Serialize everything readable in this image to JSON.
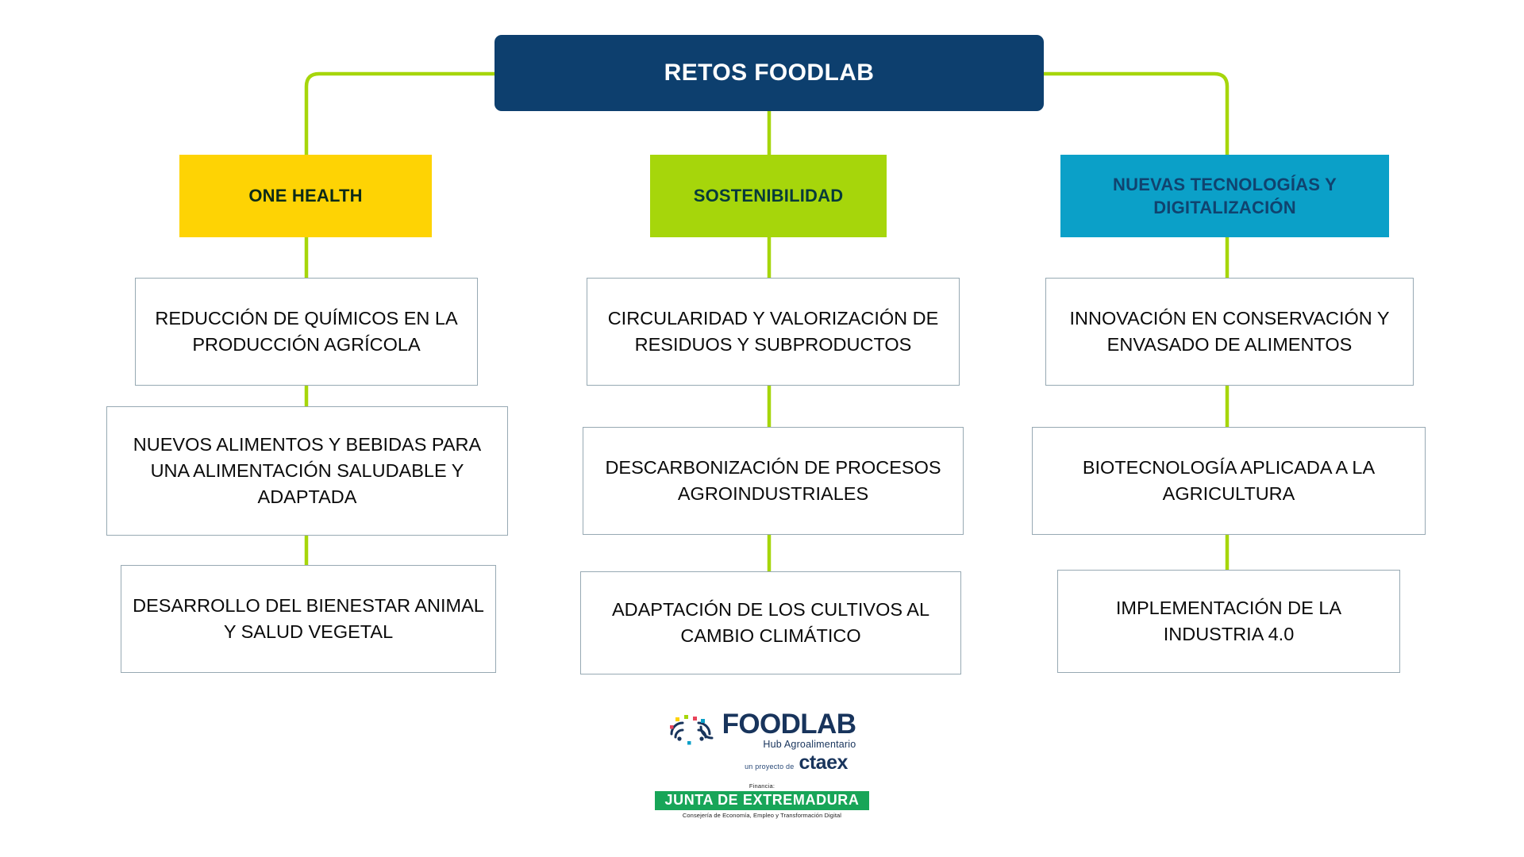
{
  "diagram": {
    "title": "RETOS FOODLAB",
    "accent_line_color": "#a6d60b",
    "root": {
      "label": "RETOS FOODLAB",
      "bg_color": "#0d3f6e",
      "text_color": "#FFFFFF"
    },
    "columns": [
      {
        "category": {
          "label": "ONE HEALTH",
          "bg_color": "#FED304",
          "text_color": "#0C2A18"
        },
        "items": [
          "REDUCCIÓN DE QUÍMICOS EN LA PRODUCCIÓN AGRÍCOLA",
          "NUEVOS ALIMENTOS Y BEBIDAS PARA UNA ALIMENTACIÓN SALUDABLE Y ADAPTADA",
          "DESARROLLO DEL BIENESTAR ANIMAL Y SALUD VEGETAL"
        ]
      },
      {
        "category": {
          "label": "SOSTENIBILIDAD",
          "bg_color": "#A6D60B",
          "text_color": "#063A3A"
        },
        "items": [
          "CIRCULARIDAD Y VALORIZACIÓN DE RESIDUOS Y SUBPRODUCTOS",
          "DESCARBONIZACIÓN DE PROCESOS AGROINDUSTRIALES",
          "ADAPTACIÓN DE LOS CULTIVOS AL CAMBIO CLIMÁTICO"
        ]
      },
      {
        "category": {
          "label": "NUEVAS TECNOLOGÍAS Y DIGITALIZACIÓN",
          "bg_color": "#0BA0C8",
          "text_color": "#10436F"
        },
        "items": [
          "INNOVACIÓN EN CONSERVACIÓN Y ENVASADO DE ALIMENTOS",
          "BIOTECNOLOGÍA APLICADA A LA AGRICULTURA",
          "IMPLEMENTACIÓN DE LA INDUSTRIA 4.0"
        ]
      }
    ]
  },
  "footer": {
    "foodlab": {
      "wordmark": "FOODLAB",
      "tagline": "Hub Agroalimentario",
      "mark_color": "#18345C",
      "dot_colors": [
        "#FED304",
        "#A6D60B",
        "#E8445A",
        "#0BA0C8"
      ]
    },
    "ctaex": {
      "prefix": "un proyecto de",
      "wordmark": "ctaex"
    },
    "junta": {
      "prefix": "Financia:",
      "banner": "JUNTA DE EXTREMADURA",
      "subtitle": "Consejería de Economía, Empleo y Transformación Digital",
      "banner_color": "#18A558"
    }
  }
}
